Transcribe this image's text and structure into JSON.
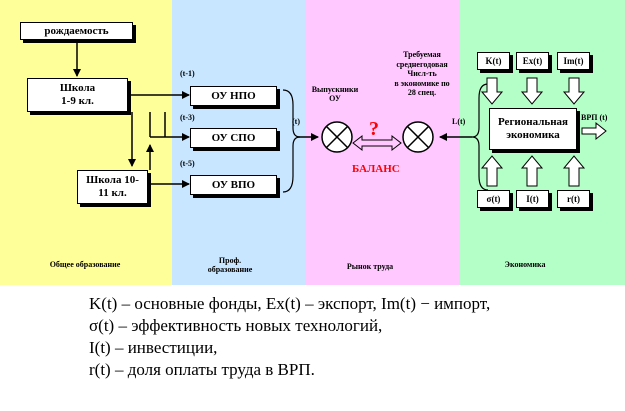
{
  "colors": {
    "panel_education": "#ffff99",
    "panel_prof": "#c8e6ff",
    "panel_labor": "#ffc8ff",
    "panel_economy": "#b4ffc8",
    "balance_red": "#ff0000"
  },
  "panels": {
    "education": "Общее образование",
    "prof_line1": "Проф.",
    "prof_line2": "образование",
    "labor": "Рынок труда",
    "economy": "Экономика"
  },
  "boxes": {
    "birth": "рождаемость",
    "school1_line1": "Школа",
    "school1_line2": "1-9 кл.",
    "school2_line1": "Школа 10-",
    "school2_line2": "11 кл.",
    "ounpo": "ОУ НПО",
    "ouspo": "ОУ СПО",
    "ouvpo": "ОУ ВПО",
    "regional_line1": "Региональная",
    "regional_line2": "экономика",
    "k": "K(t)",
    "ex": "Ex(t)",
    "im": "Im(t)",
    "sigma": "σ(t)",
    "i": "I(t)",
    "r": "r(t)"
  },
  "labels": {
    "t1": "(t-1)",
    "t3": "(t-3)",
    "t5": "(t-5)",
    "t_left": "(t)",
    "t_right": "L(t)",
    "grads_line1": "Выпускники",
    "grads_line2": "ОУ",
    "required_line1": "Требуемая",
    "required_line2": "среднегодовая",
    "required_line3": "Числ-ть",
    "required_line4": "в экономике по",
    "required_line5": "28 спец.",
    "question": "?",
    "balance": "БАЛАНС",
    "vrp": "ВРП (t)"
  },
  "legend": [
    "K(t) – основные фонды,  Ex(t) – экспорт,   Im(t) −  импорт,",
    "σ(t) – эффективность новых технологий,",
    "I(t) – инвестиции,",
    "r(t) – доля оплаты труда в ВРП."
  ]
}
